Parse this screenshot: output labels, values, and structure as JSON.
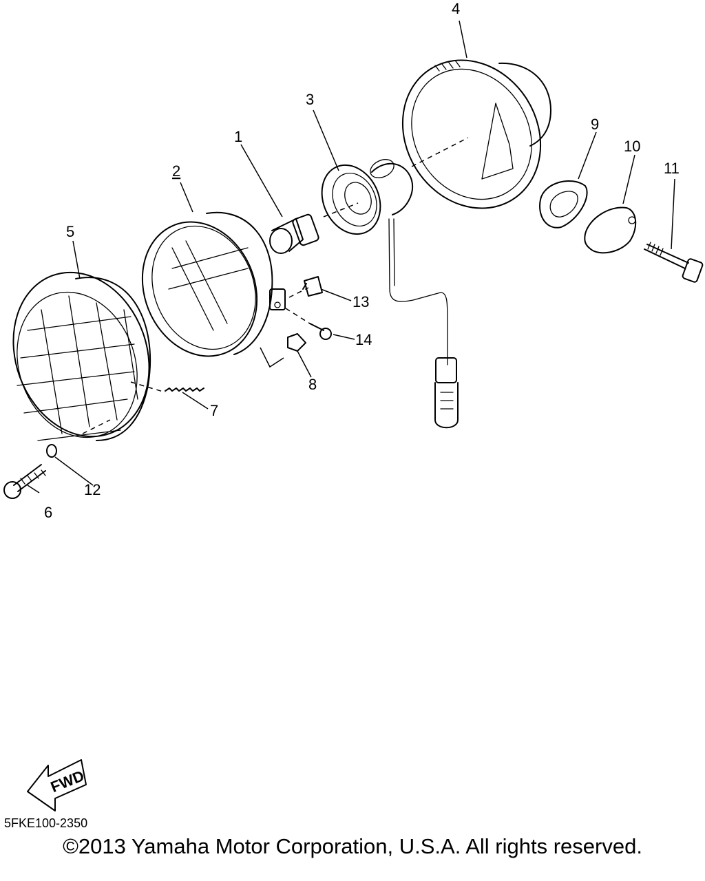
{
  "callouts": [
    {
      "n": "1"
    },
    {
      "n": "2"
    },
    {
      "n": "3"
    },
    {
      "n": "4"
    },
    {
      "n": "5"
    },
    {
      "n": "6"
    },
    {
      "n": "7"
    },
    {
      "n": "8"
    },
    {
      "n": "9"
    },
    {
      "n": "10"
    },
    {
      "n": "11"
    },
    {
      "n": "12"
    },
    {
      "n": "13"
    },
    {
      "n": "14"
    }
  ],
  "fwd_label": "FWD",
  "part_code": "5FKE100-2350",
  "copyright": "©2013 Yamaha Motor Corporation, U.S.A. All rights reserved."
}
